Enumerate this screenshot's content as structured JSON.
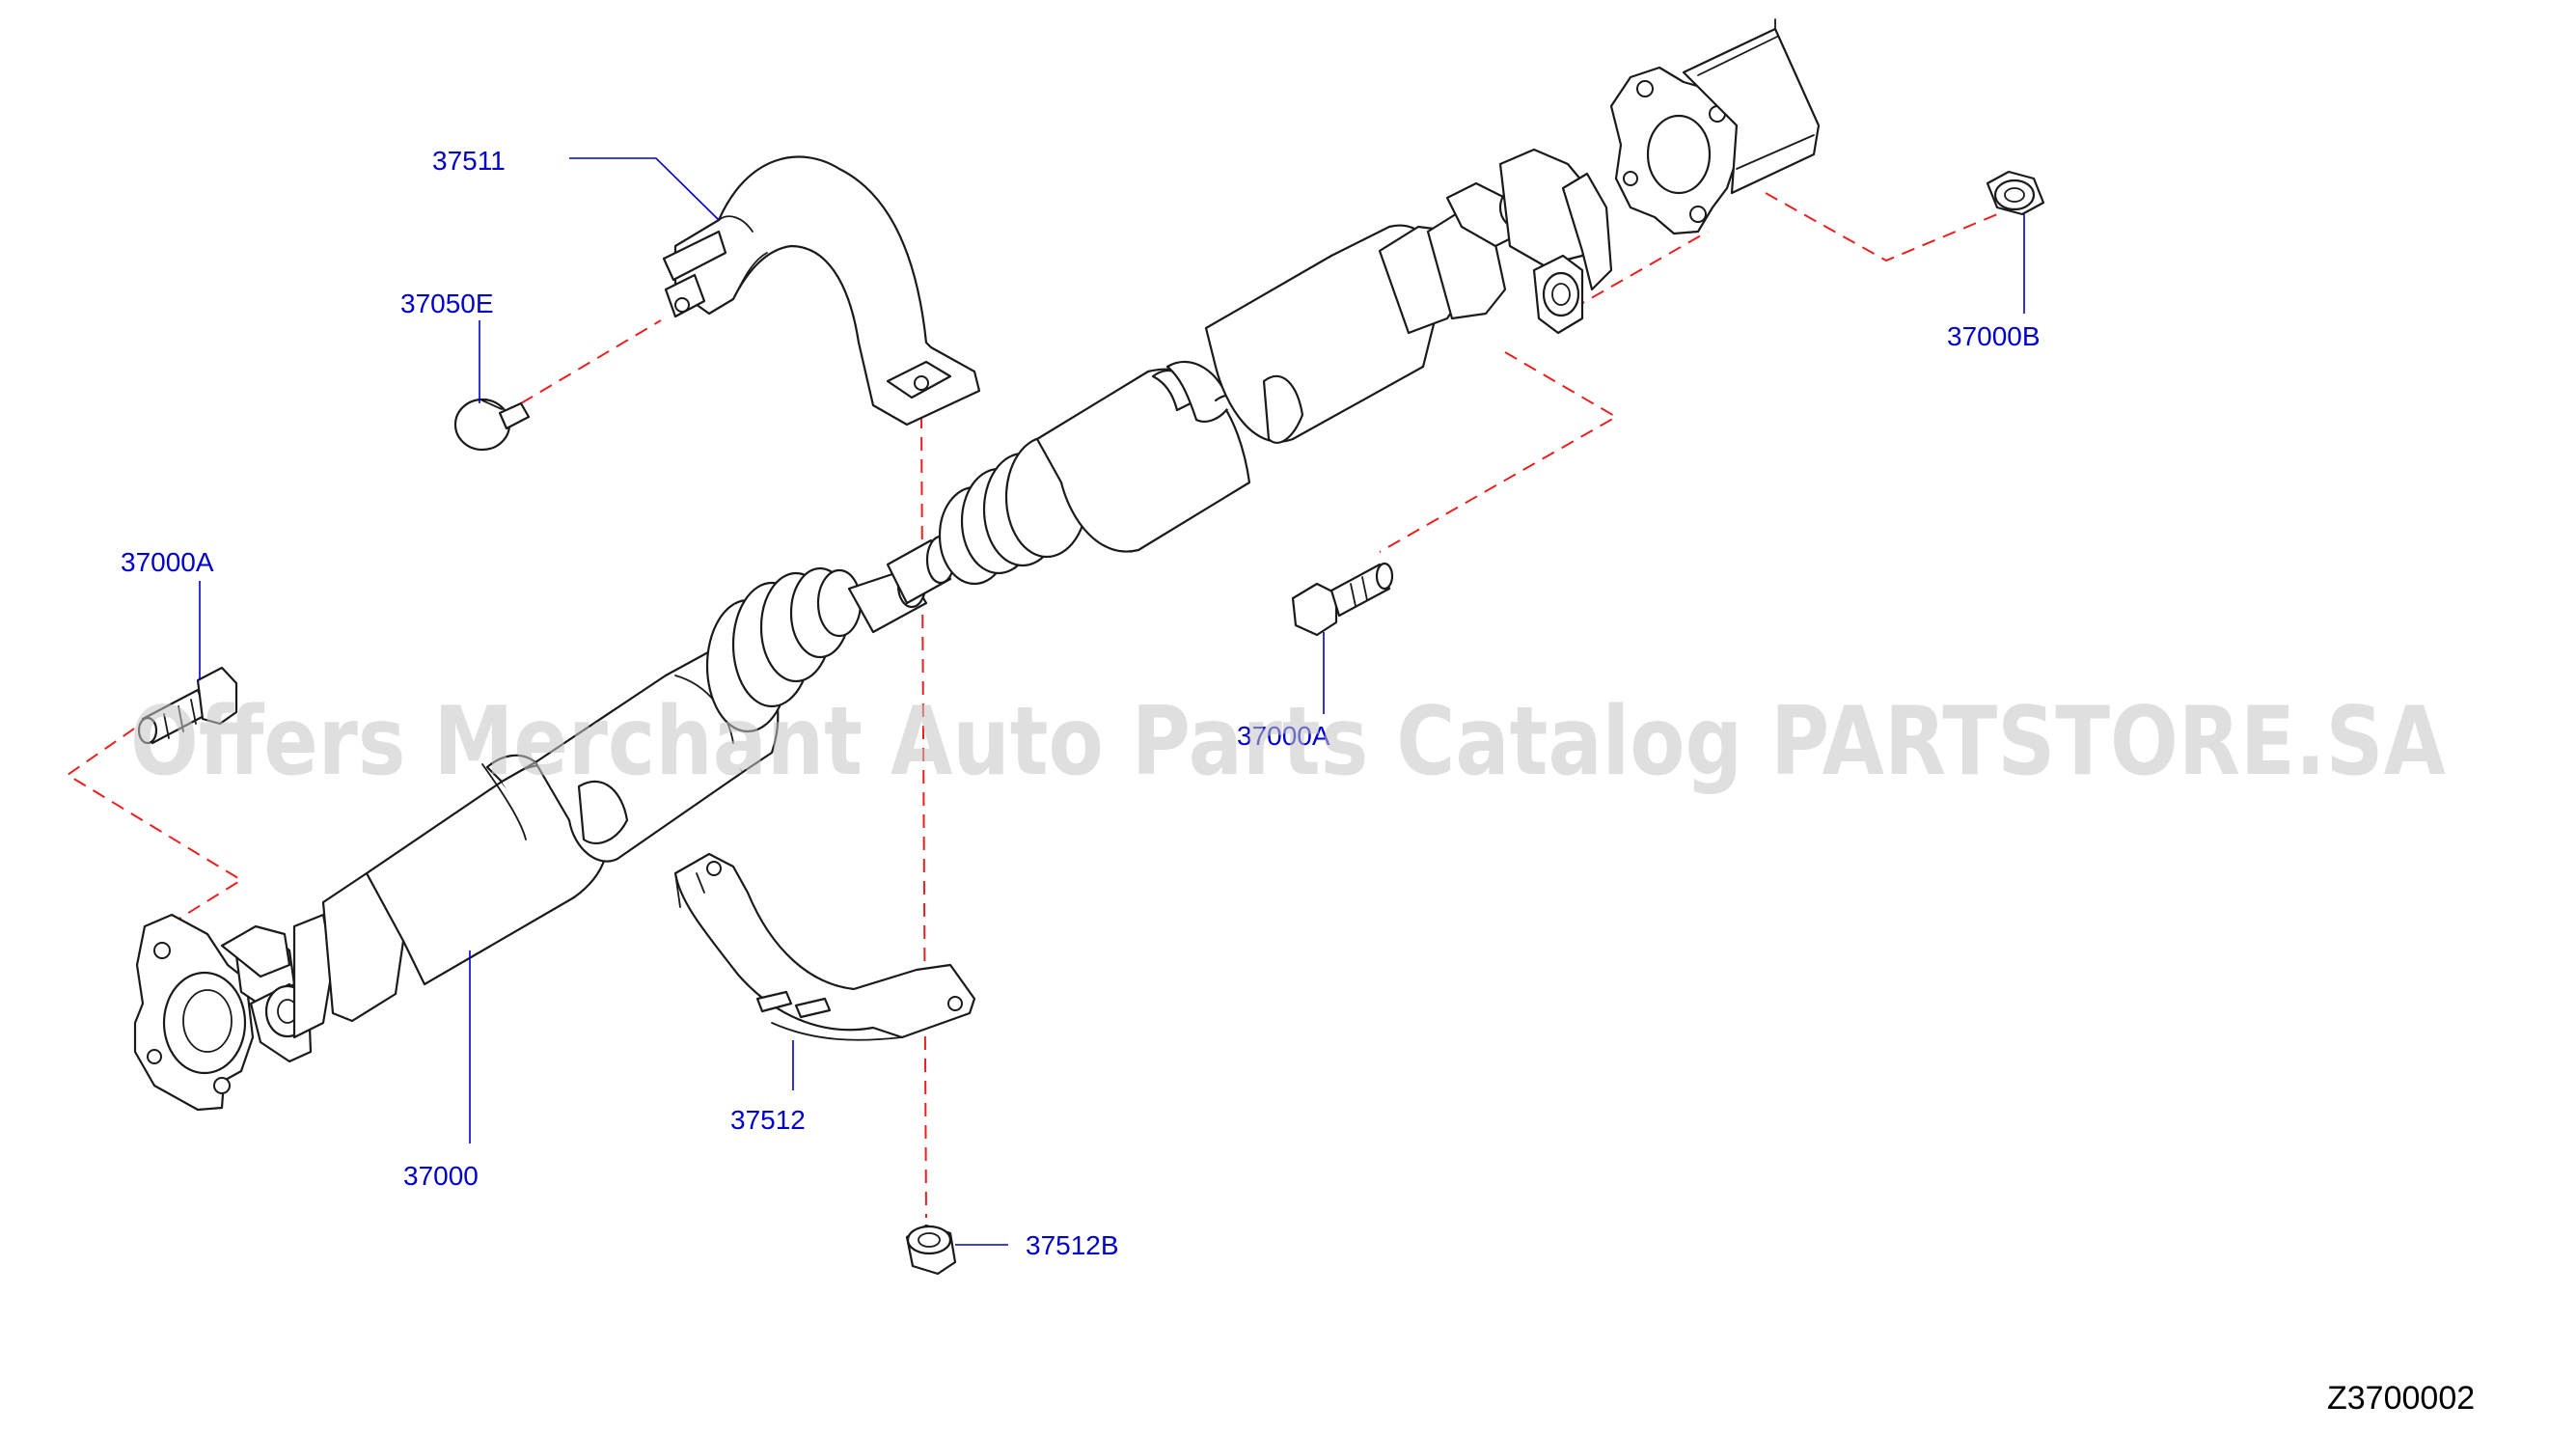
{
  "diagram_code": "Z3700002",
  "watermark": "Offers Merchant Auto Parts Catalog PARTSTORE.SA",
  "callouts": {
    "c37511": "37511",
    "c37050E": "37050E",
    "c37000A_left": "37000A",
    "c37000A_center": "37000A",
    "c37000B": "37000B",
    "c37000": "37000",
    "c37512": "37512",
    "c37512B": "37512B"
  },
  "colors": {
    "callout_text": "#0000cc",
    "guide_line": "#e82020",
    "line_art": "#1a1a1a"
  }
}
